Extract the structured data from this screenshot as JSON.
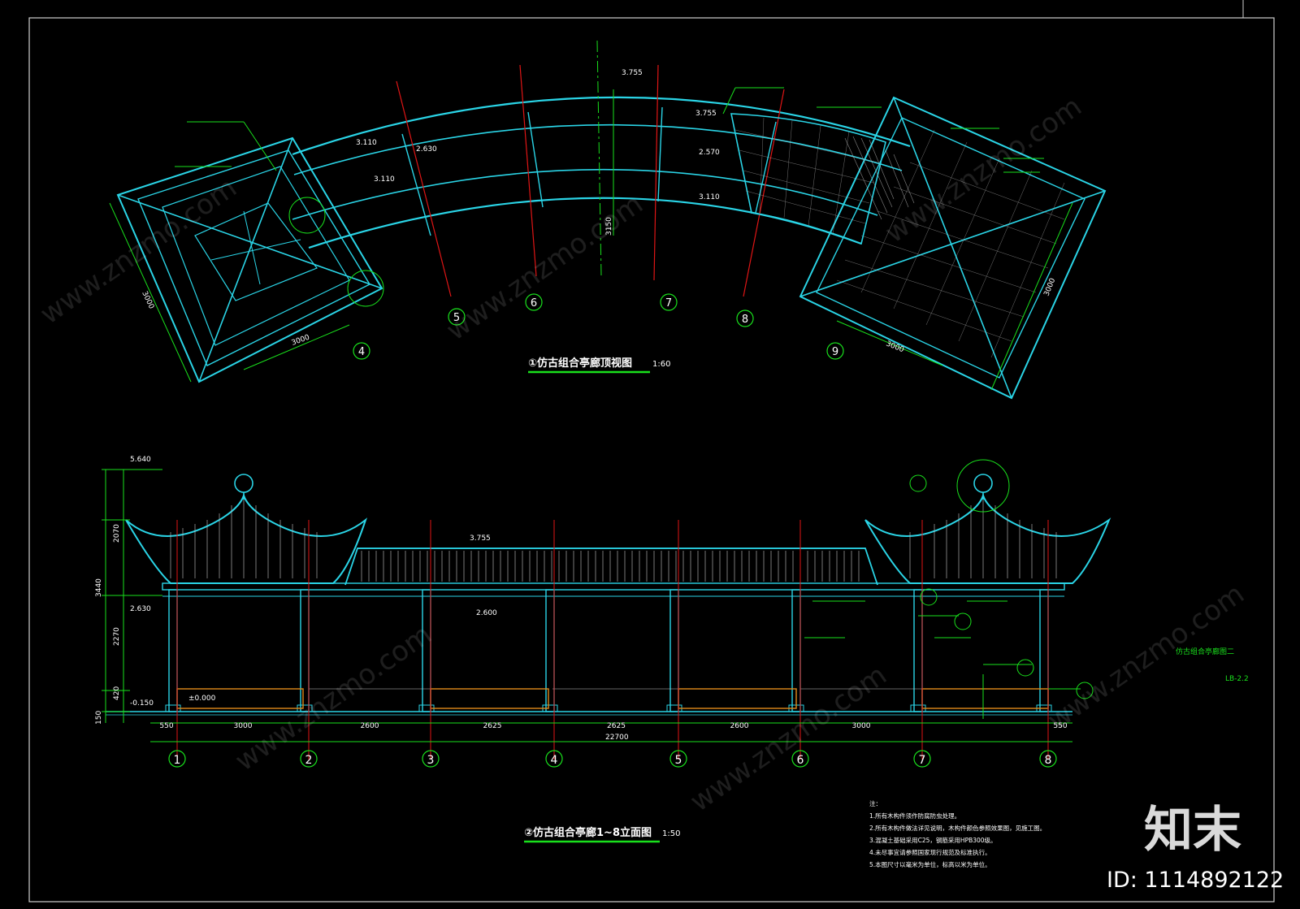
{
  "drawing": {
    "plan_title": "①仿古组合亭廊顶视图",
    "plan_scale": "1:60",
    "elevation_title": "②仿古组合亭廊1~8立面图",
    "elevation_scale": "1:50",
    "side_title": "仿古组合亭廊图二",
    "sheet_code": "LB-2.2"
  },
  "plan": {
    "axes": [
      "4",
      "5",
      "6",
      "7",
      "8",
      "9"
    ],
    "dims": [
      "3000",
      "3000",
      "3000",
      "3000"
    ],
    "labels": [
      "3.755",
      "3.110",
      "2.630",
      "3.110",
      "2.570",
      "3.110",
      "3.755"
    ],
    "vertical_dim": "3150"
  },
  "elevation": {
    "level_top": "5.640",
    "level_mid": "3.755",
    "level_eave": "2.630",
    "level_beam": "2.600",
    "level_ground": "±0.000",
    "level_low": "-0.150",
    "left_dims": [
      "2070",
      "3440",
      "2270",
      "420",
      "150"
    ],
    "axes": [
      "1",
      "2",
      "3",
      "4",
      "5",
      "6",
      "7",
      "8"
    ],
    "spans": [
      "550",
      "3000",
      "2600",
      "2625",
      "2625",
      "2600",
      "3000",
      "550"
    ],
    "total": "22700"
  },
  "notes": {
    "title": "注：",
    "lines": [
      "1.所有木构件须作防腐防虫处理。",
      "2.所有木构件做法详见说明，木构件颜色参照效果图，见施工图。",
      "3.混凝土基础采用C25，钢筋采用HPB300级。",
      "4.未尽事宜请参照国家现行规范及标准执行。",
      "5.本图尺寸以毫米为单位，标高以米为单位。"
    ]
  },
  "watermark": {
    "site": "www.znzmo.com",
    "brand": "知末",
    "id": "ID: 1114892122"
  },
  "colors": {
    "cyan": "#2ad4e6",
    "green": "#19e01c",
    "red": "#e01515",
    "white": "#ffffff",
    "orange": "#e08a1a"
  }
}
